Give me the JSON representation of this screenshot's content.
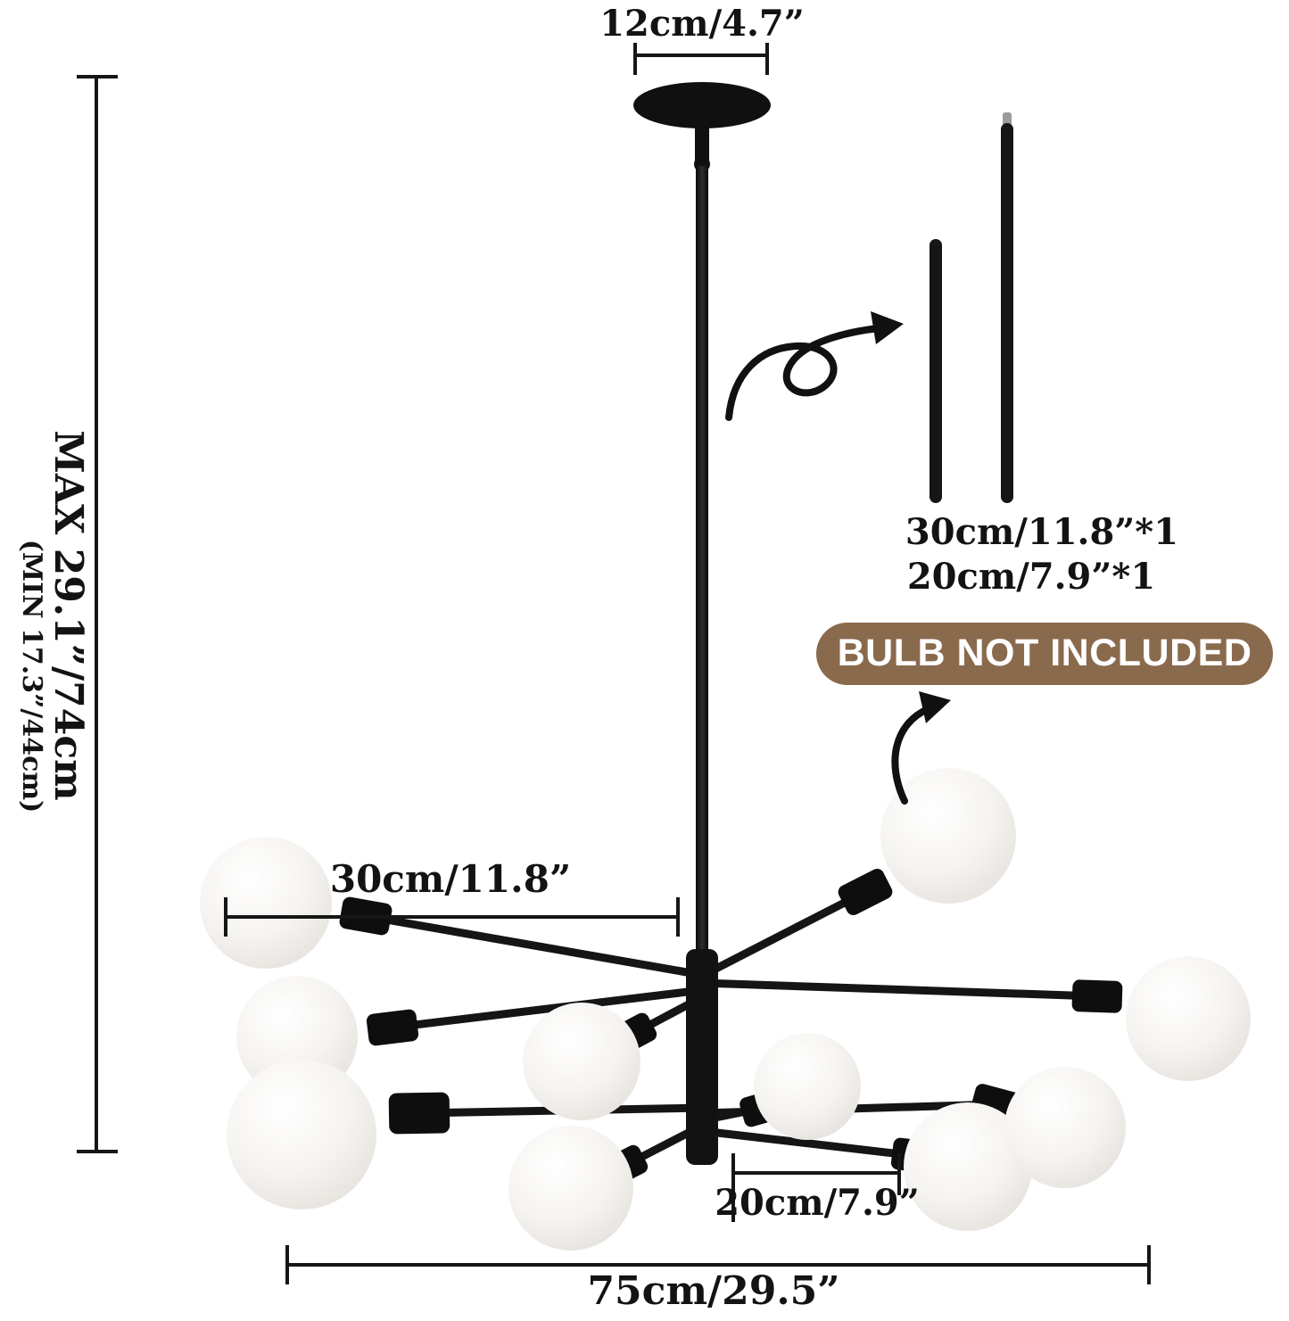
{
  "labels": {
    "canopy_width": "12cm/4.7”",
    "height_max": "MAX 29.1”/74cm",
    "height_min": "(MIN 17.3”/44cm)",
    "arm_length_long": "30cm/11.8”",
    "arm_length_short": "20cm/7.9”",
    "overall_width": "75cm/29.5”",
    "spare_rod_30": "30cm/11.8”*1",
    "spare_rod_20": "20cm/7.9”*1"
  },
  "badge": {
    "text": "BULB NOT INCLUDED",
    "bg": "#8a6a4d",
    "fg": "#ffffff"
  },
  "colors": {
    "fixture_black": "#141414",
    "bulb_white": "#f4f1ed",
    "dimension_line": "#161616"
  }
}
